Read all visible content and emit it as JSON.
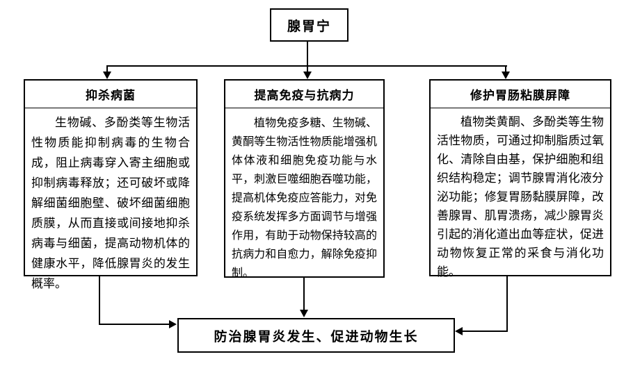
{
  "diagram": {
    "root": {
      "label": "腺胃宁"
    },
    "branches": [
      {
        "title": "抑杀病菌",
        "body": "生物碱、多酚类等生物活性物质能抑制病毒的生物合成，阻止病毒穿入寄主细胞或抑制病毒释放；还可破坏或降解细菌细胞壁、破坏细菌细胞质膜，从而直接或间接地抑杀病毒与细菌，提高动物机体的健康水平，降低腺胃炎的发生概率。"
      },
      {
        "title": "提高免疫与抗病力",
        "body": "植物免疫多糖、生物碱、黄酮等生物活性物质能增强机体体液和细胞免疫功能与水平，刺激巨噬细胞吞噬功能，提高机体免疫应答能力，对免疫系统发挥多方面调节与增强作用，有助于动物保持较高的抗病力和自愈力，解除免疫抑制。"
      },
      {
        "title": "修护胃肠粘膜屏障",
        "body": "植物类黄酮、多酚类等生物活性物质，可通过抑制脂质过氧化、清除自由基，保护细胞和组织结构稳定；调节腺胃消化液分泌功能；修复胃肠黏膜屏障，改善腺胃、肌胃溃疡，减少腺胃炎引起的消化道出血等症状，促进动物恢复正常的采食与消化功能。"
      }
    ],
    "outcome": {
      "label": "防治腺胃炎发生、促进动物生长"
    },
    "colors": {
      "background": "#ffffff",
      "line": "#000000",
      "border": "#000000",
      "text": "#000000"
    }
  }
}
